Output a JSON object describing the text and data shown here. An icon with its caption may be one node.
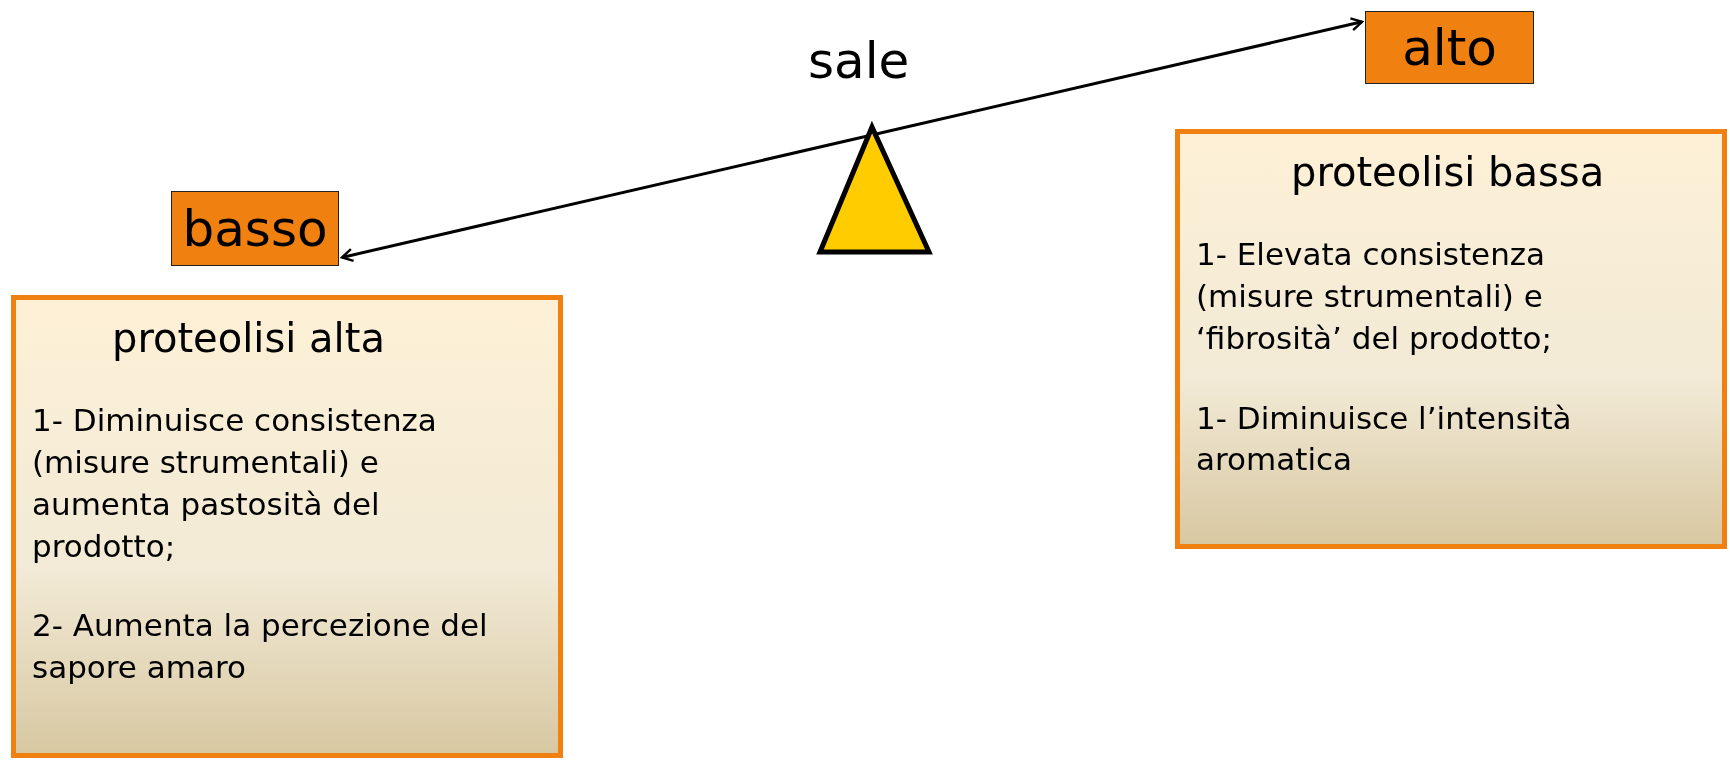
{
  "diagram": {
    "nodes": [
      {
        "text": [
          "basso"
        ]
      },
      {
        "text": [
          "proteolisi alta",
          "1- Diminuisce consistenza (misure strumentali) e aumenta pastosità del prodotto;",
          "2- Aumenta la percezione del sapore amaro"
        ]
      },
      {
        "text": [
          "alto"
        ]
      },
      {
        "text": [
          "proteolisi bassa",
          "1- Elevata consistenza (misure strumentali) e ‘fibrosità’ del prodotto;",
          "1- Diminuisce l’intensità aromatica"
        ]
      },
      {
        "text": [],
        "shape": "triangle"
      }
    ],
    "edges": [
      {
        "from": 0,
        "to": 2,
        "arrow": "both"
      }
    ],
    "labels": [
      "sale"
    ]
  }
}
